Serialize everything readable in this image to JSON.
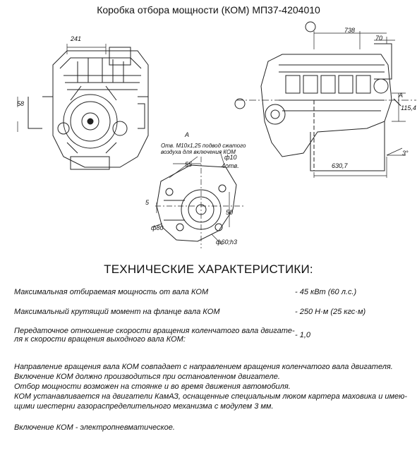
{
  "title": "Коробка отбора мощности (КОМ) МП37-4204010",
  "dimensions": {
    "d241": "241",
    "d58": "58",
    "d738": "738",
    "d70": "70",
    "d115": "115,4",
    "d630": "630,7",
    "d3deg": "3°",
    "dA_top": "А",
    "dA_right": "А",
    "d10": "ф10",
    "d4": "4отв.",
    "d55": "55",
    "d5": "5",
    "d50": "50",
    "d80": "ф80",
    "d60": "ф60;h3",
    "hole_note_1": "Отв. М10х1,25 подвод сжатого",
    "hole_note_2": "воздуха для включения КОМ"
  },
  "section_title": "ТЕХНИЧЕСКИЕ ХАРАКТЕРИСТИКИ:",
  "specs": [
    {
      "label": "Максимальная отбираемая мощность от вала КОМ",
      "value": "- 45 кВт (60 л.с.)"
    },
    {
      "label": "Максимальный крутящий момент на фланце вала КОМ",
      "value": "- 250 Н·м (25 кгс·м)"
    },
    {
      "label": "Передаточное отношение скорости вращения коленчатого вала двигате-",
      "label2": "ля к скорости вращения выходного вала КОМ:",
      "value": "- 1,0"
    }
  ],
  "notes": [
    "Направление вращения вала КОМ совпадает с направлением вращения коленчатого вала двигателя.",
    "Включение КОМ должно производиться при остановленном двигателе.",
    "Отбор мощности возможен на стоянке и  во время движения автомобиля.",
    "КОМ  устанавливается на двигатели КамАЗ, оснащенные специальным люком картера маховика и имею-",
    "щими шестерни газораспределительного механизма с модулем  3  мм.",
    "Включение КОМ - электропневматическое."
  ]
}
